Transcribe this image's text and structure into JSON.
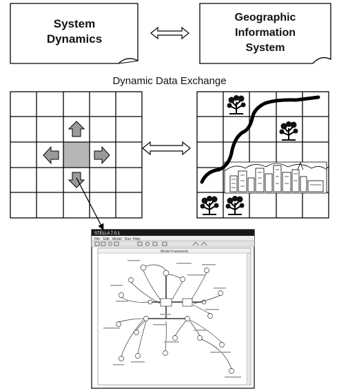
{
  "boxes": {
    "sd": {
      "line1": "System",
      "line2": "Dynamics"
    },
    "gis": {
      "line1": "Geographic",
      "line2": "Information",
      "line3": "System"
    }
  },
  "caption": "Dynamic Data Exchange",
  "screenshot": {
    "titlebar": "STELLA 7.0.1",
    "menu": [
      "File",
      "Edit",
      "Model",
      "Run",
      "Help"
    ],
    "diagram_title": "Model Framework"
  }
}
